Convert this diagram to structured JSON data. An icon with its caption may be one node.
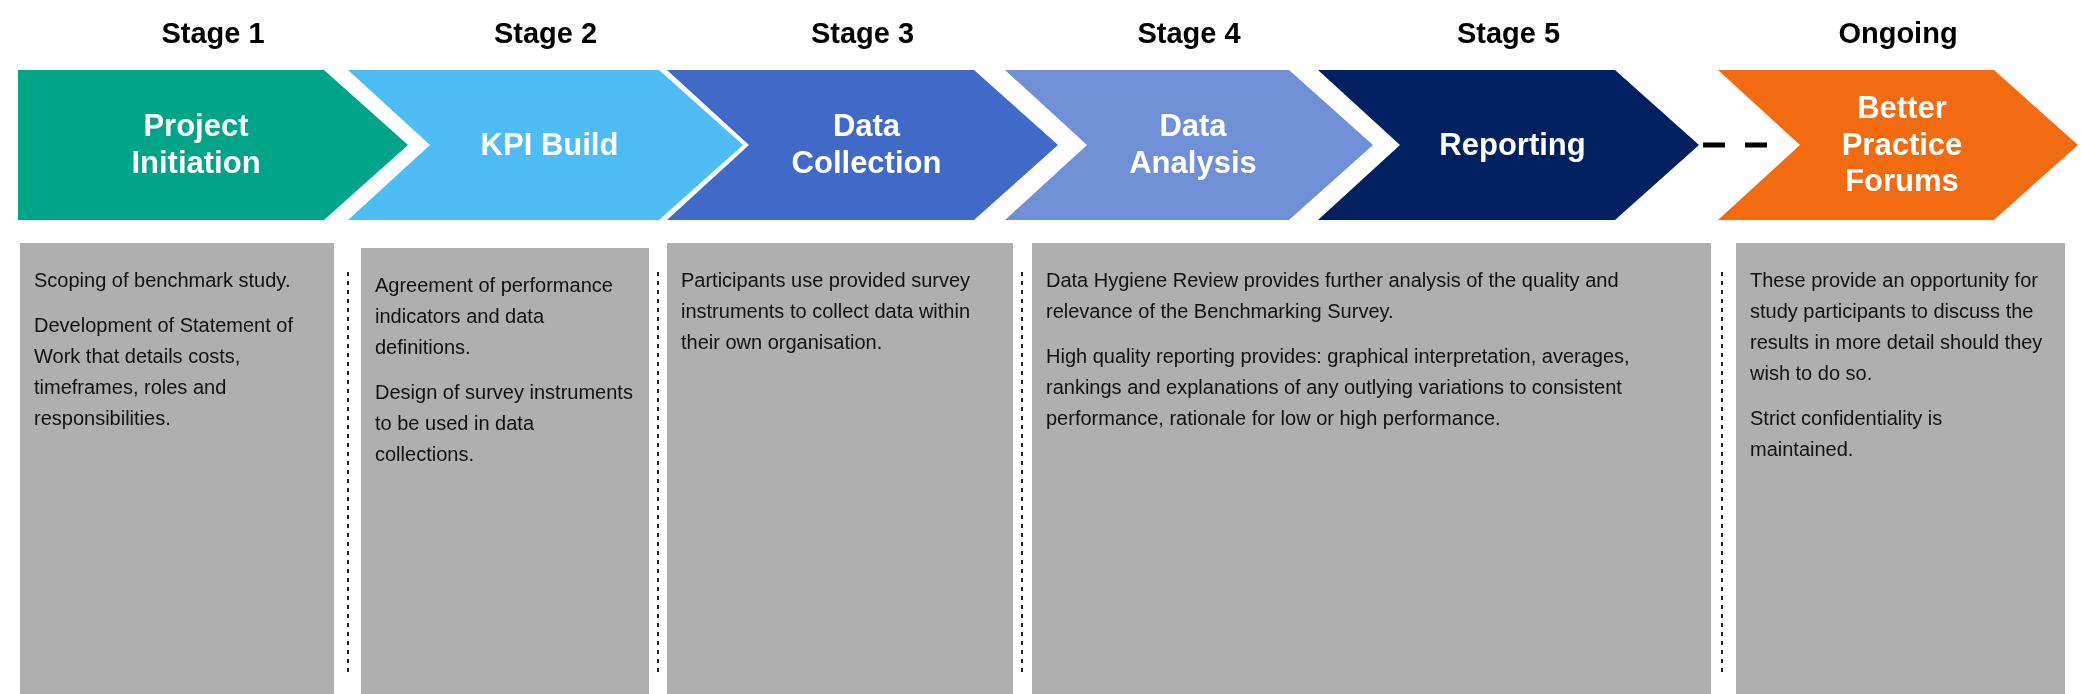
{
  "diagram": {
    "nodes": [
      {
        "text": [
          "Stage 1",
          "Project Initiation"
        ]
      },
      {
        "text": [
          "Stage 2",
          "KPI Build"
        ]
      },
      {
        "text": [
          "Stage 3",
          "Data Collection"
        ]
      },
      {
        "text": [
          "Stage 4",
          "Data Analysis"
        ]
      },
      {
        "text": [
          "Stage 5",
          "Reporting"
        ]
      },
      {
        "text": [
          "Ongoing",
          "Better Practice Forums"
        ]
      },
      {
        "text": [
          "Scoping of benchmark study.",
          "Development of Statement of Work that details costs, timeframes, roles and responsibilities."
        ]
      },
      {
        "text": [
          "Agreement of performance indicators and data definitions.",
          "Design of survey instruments to be used in data collections."
        ]
      },
      {
        "text": [
          "Participants use provided survey instruments to collect data within their own organisation."
        ]
      },
      {
        "text": [
          "Data Hygiene Review provides further analysis of the quality and relevance of the Benchmarking Survey.",
          "High quality reporting provides: graphical interpretation, averages, rankings and explanations of any outlying variations to consistent performance, rationale for low or high performance."
        ]
      },
      {
        "text": [
          "These provide an opportunity for study participants to discuss the results in more detail should they wish to do so.",
          "Strict confidentiality is maintained."
        ]
      }
    ],
    "edges": [
      {
        "from": 4,
        "to": 5,
        "arrow": "none",
        "style": "dashed"
      }
    ]
  }
}
